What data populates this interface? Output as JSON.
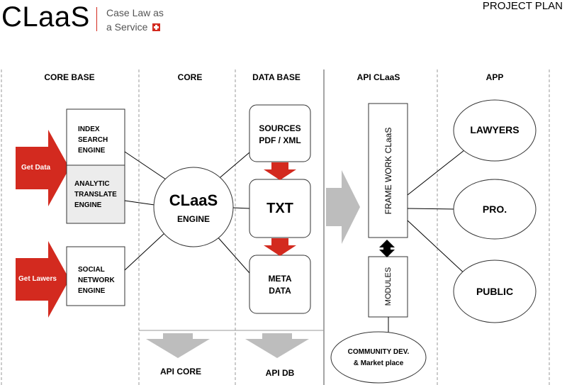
{
  "logo": {
    "name": "CLaaS",
    "tagline_1": "Case Law as",
    "tagline_2": "a Service"
  },
  "title": "PROJECT PLAN",
  "columns": [
    "CORE BASE",
    "CORE",
    "DATA BASE",
    "API CLaaS",
    "APP"
  ],
  "inputs": {
    "get_data": "Get Data",
    "get_lawers": "Get Lawers"
  },
  "core_base_boxes": {
    "index": [
      "INDEX",
      "SEARCH",
      "ENGINE"
    ],
    "analytic": [
      "ANALYTIC",
      "TRANSLATE",
      "ENGINE"
    ],
    "social": [
      "SOCIAL",
      "NETWORK",
      "ENGINE"
    ]
  },
  "core_engine": {
    "name": "CLaaS",
    "sub": "ENGINE"
  },
  "database": {
    "sources": [
      "SOURCES",
      "PDF / XML"
    ],
    "txt": "TXT",
    "meta": [
      "META",
      "DATA"
    ]
  },
  "api": {
    "framework": "FRAME WORK CLaaS",
    "modules": "MODULES",
    "community": [
      "COMMUNITY DEV.",
      "& Market place"
    ]
  },
  "apps": [
    "LAWYERS",
    "PRO.",
    "PUBLIC"
  ],
  "bottom": {
    "api_core": "API CORE",
    "api_db": "API DB"
  },
  "colors": {
    "accent_red": "#d32a1f",
    "gray_arrow": "#bdbdbd",
    "analytic_fill": "#ececec"
  }
}
